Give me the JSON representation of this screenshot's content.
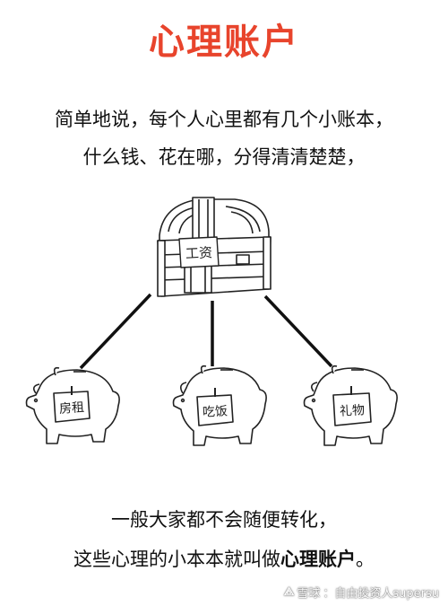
{
  "title": {
    "text": "心理账户",
    "color": "#e8442c"
  },
  "intro": {
    "line1": "简单地说，每个人心里都有几个小账本，",
    "line2": "什么钱、花在哪，分得清清楚楚，"
  },
  "chest": {
    "label": "工资",
    "icon": "treasure-chest-icon"
  },
  "piggies": [
    {
      "label": "房租",
      "icon": "piggy-bank-icon"
    },
    {
      "label": "吃饭",
      "icon": "piggy-bank-icon"
    },
    {
      "label": "礼物",
      "icon": "piggy-bank-icon"
    }
  ],
  "outro": {
    "line1": "一般大家都不会随便转化，",
    "line2_prefix": "这些心理的小本本就叫做",
    "line2_emph": "心理账户",
    "line2_suffix": "。"
  },
  "watermark": {
    "logo": "⟁",
    "site": "雪球",
    "text": "：自由投资人supersu"
  }
}
